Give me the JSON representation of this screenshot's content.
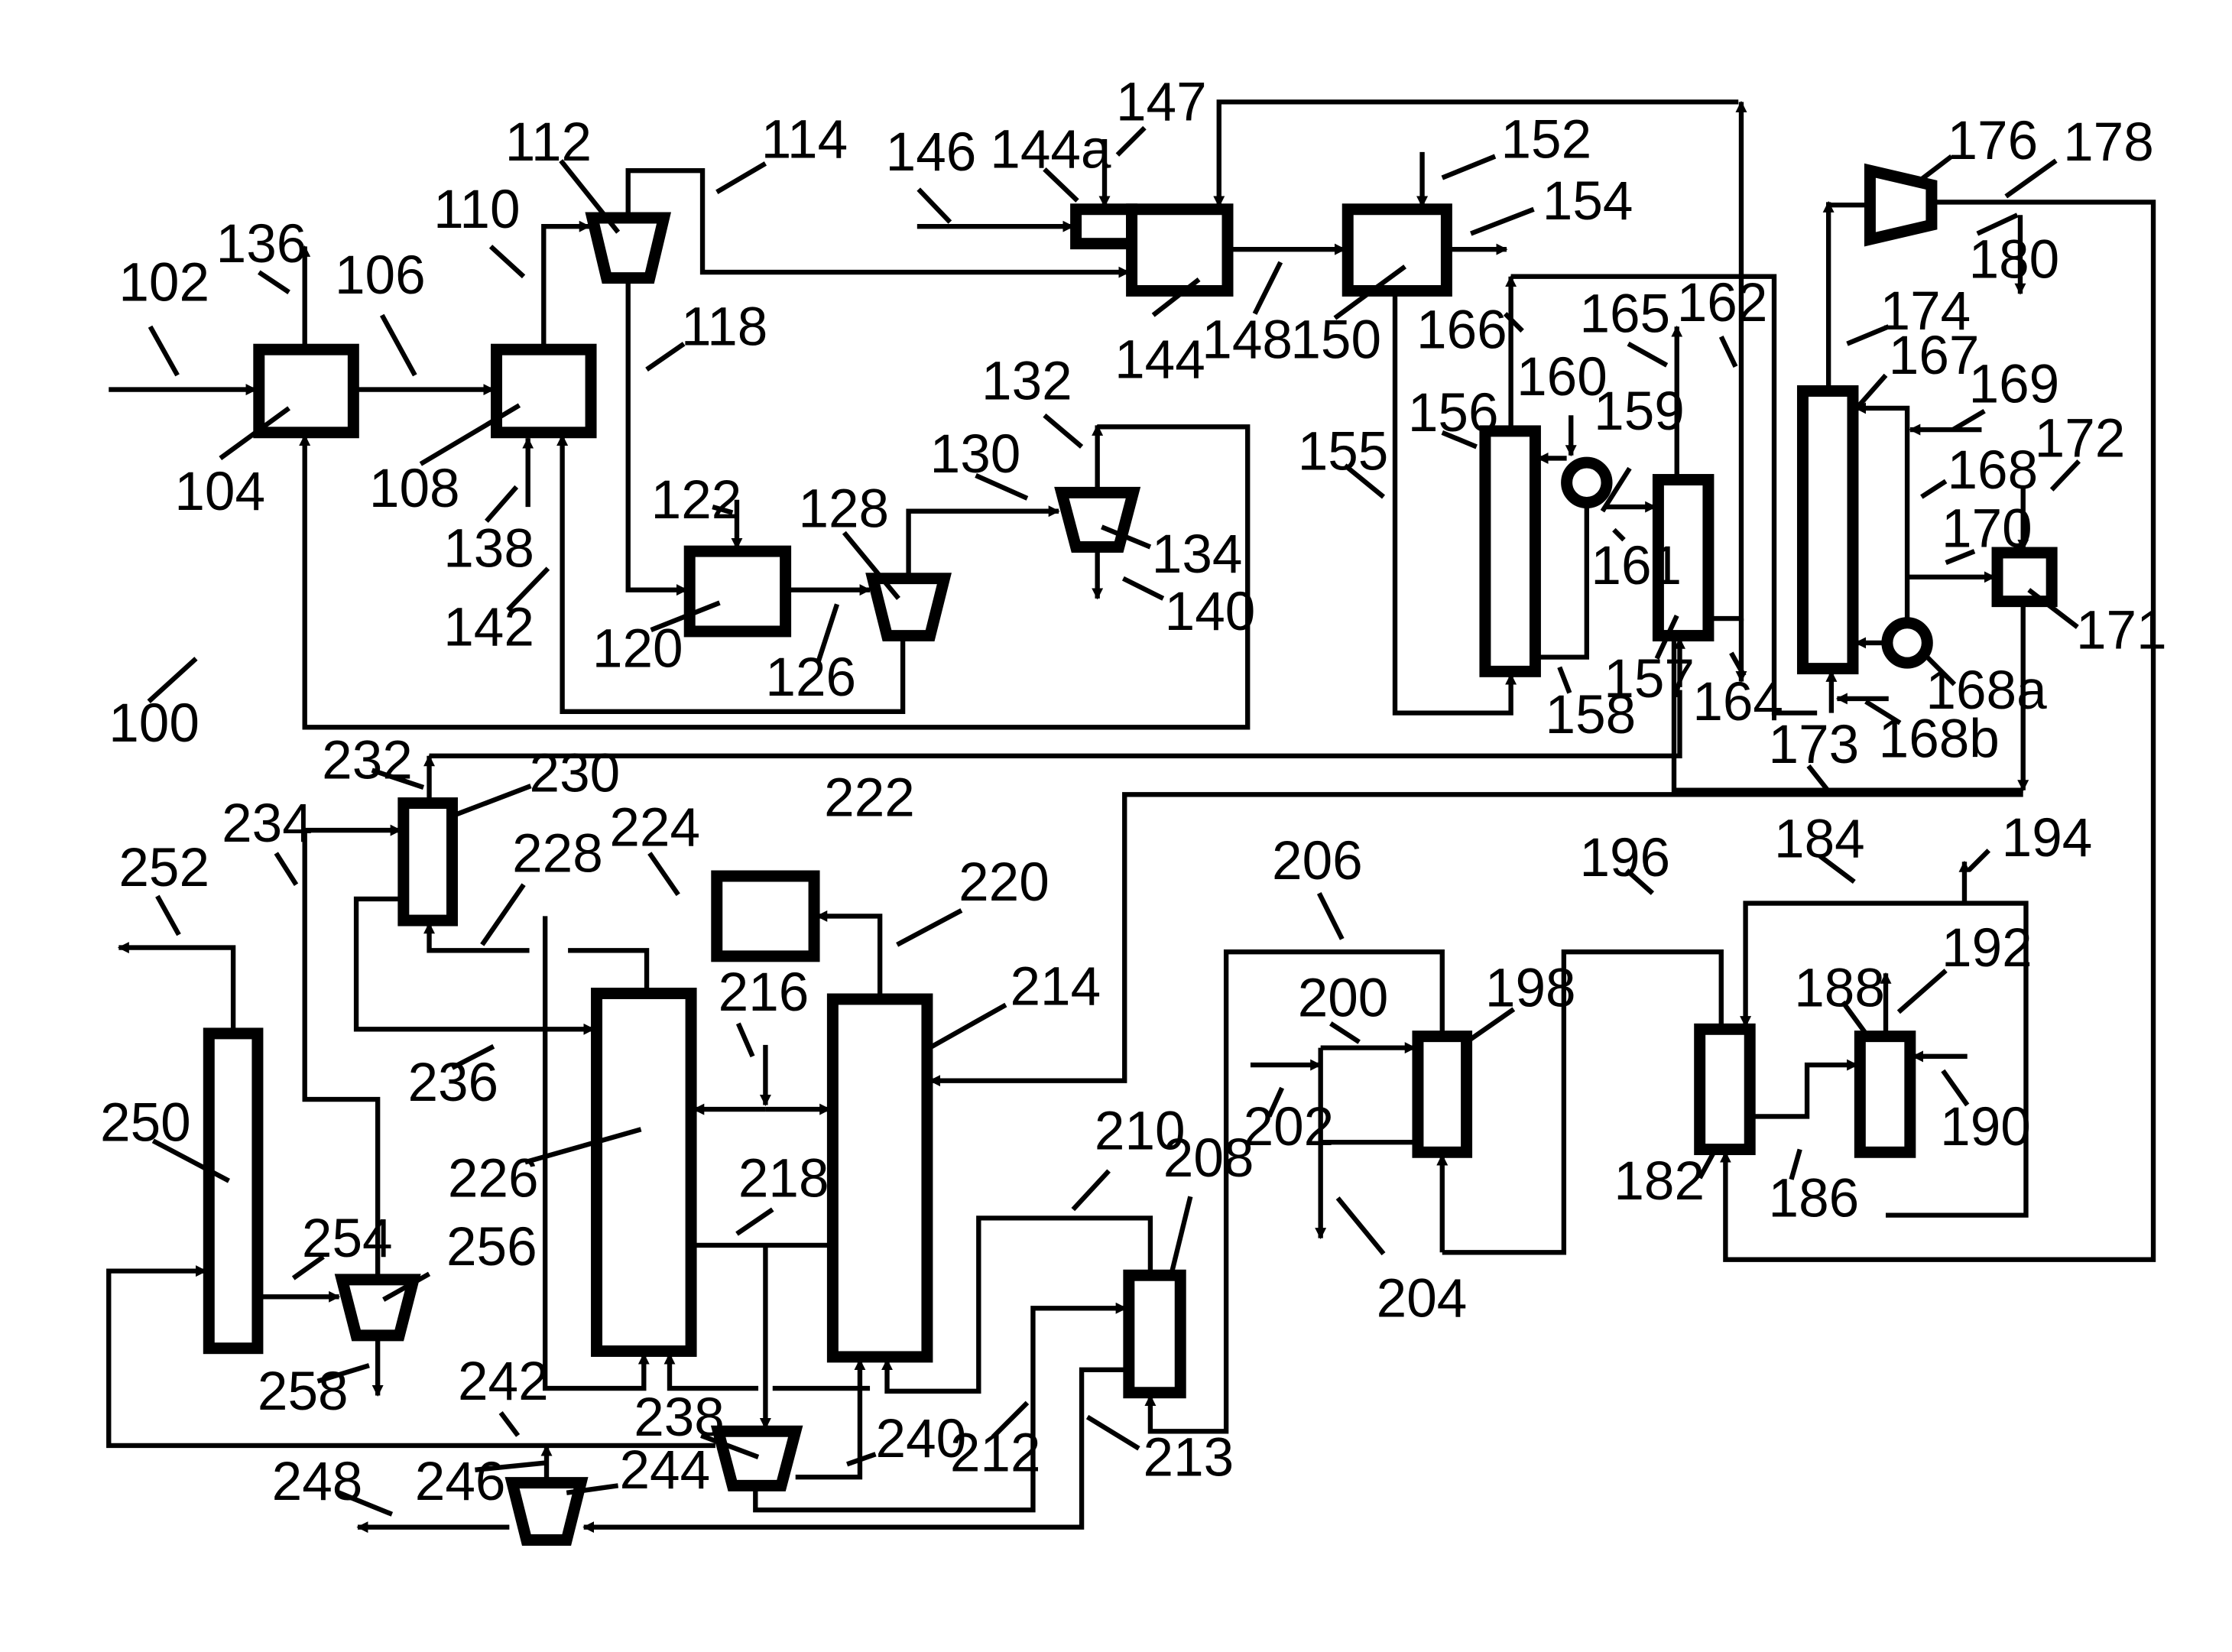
{
  "figure": {
    "system_number": "100"
  },
  "units": [
    {
      "id": "104",
      "label": "104",
      "kind": "vessel"
    },
    {
      "id": "108",
      "label": "108",
      "kind": "vessel"
    },
    {
      "id": "112",
      "label": "112",
      "kind": "separator"
    },
    {
      "id": "120",
      "label": "120",
      "kind": "vessel"
    },
    {
      "id": "128",
      "label": "128",
      "kind": "separator"
    },
    {
      "id": "134",
      "label": "134",
      "kind": "separator"
    },
    {
      "id": "144",
      "label": "144",
      "kind": "vessel"
    },
    {
      "id": "144a",
      "label": "144a",
      "kind": "vessel"
    },
    {
      "id": "150",
      "label": "150",
      "kind": "vessel"
    },
    {
      "id": "156",
      "label": "156",
      "kind": "column"
    },
    {
      "id": "157",
      "label": "157",
      "kind": "column"
    },
    {
      "id": "159",
      "label": "159",
      "kind": "exchanger"
    },
    {
      "id": "167",
      "label": "167",
      "kind": "column"
    },
    {
      "id": "168a",
      "label": "168a",
      "kind": "exchanger"
    },
    {
      "id": "171",
      "label": "171",
      "kind": "vessel"
    },
    {
      "id": "176",
      "label": "176",
      "kind": "compressor"
    },
    {
      "id": "182",
      "label": "182",
      "kind": "column"
    },
    {
      "id": "188",
      "label": "188",
      "kind": "column"
    },
    {
      "id": "198",
      "label": "198",
      "kind": "column"
    },
    {
      "id": "208",
      "label": "208",
      "kind": "column"
    },
    {
      "id": "214",
      "label": "214",
      "kind": "column"
    },
    {
      "id": "222",
      "label": "222",
      "kind": "vessel"
    },
    {
      "id": "226",
      "label": "226",
      "kind": "column"
    },
    {
      "id": "230",
      "label": "230",
      "kind": "column"
    },
    {
      "id": "238",
      "label": "238",
      "kind": "separator"
    },
    {
      "id": "244",
      "label": "244",
      "kind": "separator"
    },
    {
      "id": "250",
      "label": "250",
      "kind": "column"
    },
    {
      "id": "256",
      "label": "256",
      "kind": "separator"
    }
  ],
  "streams": [
    "102",
    "106",
    "110",
    "114",
    "118",
    "122",
    "126",
    "130",
    "132",
    "136",
    "138",
    "140",
    "142",
    "146",
    "147",
    "148",
    "152",
    "154",
    "155",
    "158",
    "160",
    "161",
    "162",
    "164",
    "165",
    "166",
    "168",
    "168b",
    "169",
    "170",
    "172",
    "173",
    "174",
    "178",
    "180",
    "184",
    "186",
    "190",
    "192",
    "194",
    "196",
    "200",
    "202",
    "204",
    "206",
    "210",
    "212",
    "213",
    "216",
    "218",
    "220",
    "224",
    "228",
    "232",
    "234",
    "236",
    "240",
    "242",
    "246",
    "248",
    "252",
    "254",
    "258"
  ],
  "labels": {
    "l100": "100",
    "l102": "102",
    "l104": "104",
    "l106": "106",
    "l108": "108",
    "l110": "110",
    "l112": "112",
    "l114": "114",
    "l118": "118",
    "l120": "120",
    "l122": "122",
    "l126": "126",
    "l128": "128",
    "l130": "130",
    "l132": "132",
    "l134": "134",
    "l136": "136",
    "l138": "138",
    "l140": "140",
    "l142": "142",
    "l144": "144",
    "l144a": "144a",
    "l146": "146",
    "l147": "147",
    "l148": "148",
    "l150": "150",
    "l152": "152",
    "l154": "154",
    "l155": "155",
    "l156": "156",
    "l157": "157",
    "l158": "158",
    "l159": "159",
    "l160": "160",
    "l161": "161",
    "l162": "162",
    "l164": "164",
    "l165": "165",
    "l166": "166",
    "l167": "167",
    "l168": "168",
    "l168a": "168a",
    "l168b": "168b",
    "l169": "169",
    "l170": "170",
    "l171": "171",
    "l172": "172",
    "l173": "173",
    "l174": "174",
    "l176": "176",
    "l178": "178",
    "l180": "180",
    "l182": "182",
    "l184": "184",
    "l186": "186",
    "l188": "188",
    "l190": "190",
    "l192": "192",
    "l194": "194",
    "l196": "196",
    "l198": "198",
    "l200": "200",
    "l202": "202",
    "l204": "204",
    "l206": "206",
    "l208": "208",
    "l210": "210",
    "l212": "212",
    "l213": "213",
    "l214": "214",
    "l216": "216",
    "l218": "218",
    "l220": "220",
    "l222": "222",
    "l224": "224",
    "l226": "226",
    "l228": "228",
    "l230": "230",
    "l232": "232",
    "l234": "234",
    "l236": "236",
    "l238": "238",
    "l240": "240",
    "l242": "242",
    "l244": "244",
    "l246": "246",
    "l248": "248",
    "l250": "250",
    "l252": "252",
    "l254": "254",
    "l256": "256",
    "l258": "258"
  }
}
